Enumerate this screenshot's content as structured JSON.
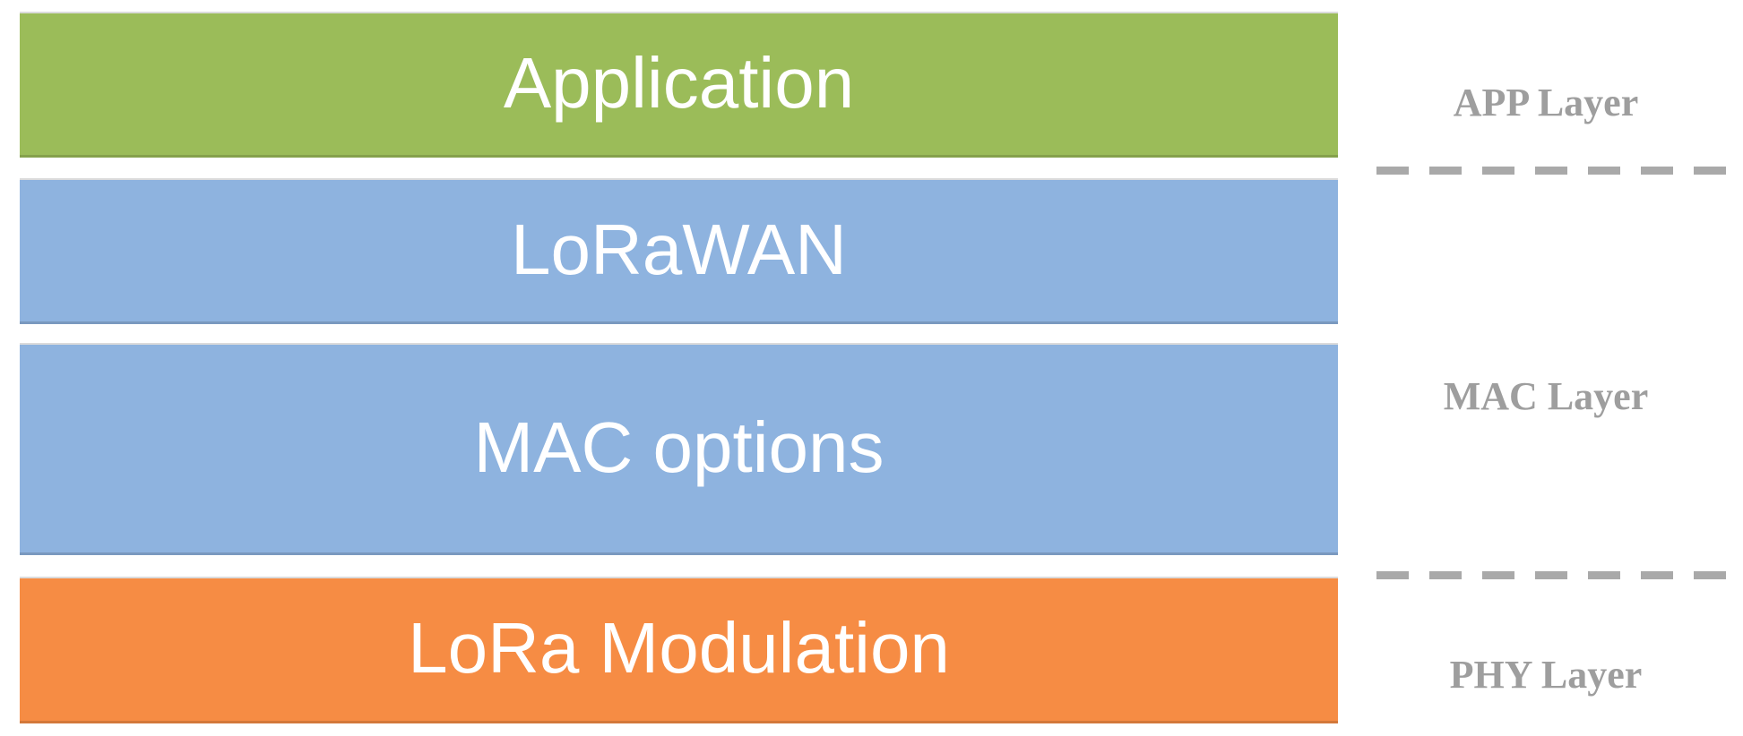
{
  "stack": {
    "bars": [
      {
        "id": "application",
        "label": "Application",
        "color": "#9BBC59"
      },
      {
        "id": "lorawan",
        "label": "LoRaWAN",
        "color": "#8EB3DF"
      },
      {
        "id": "mac-options",
        "label": "MAC options",
        "color": "#8EB3DF"
      },
      {
        "id": "lora-modulation",
        "label": "LoRa Modulation",
        "color": "#F68C44"
      }
    ],
    "label_text_color": "#FFFFFF"
  },
  "annotations": {
    "labels": [
      {
        "id": "app-layer",
        "text": "APP Layer"
      },
      {
        "id": "mac-layer",
        "text": "MAC Layer"
      },
      {
        "id": "phy-layer",
        "text": "PHY Layer"
      }
    ],
    "label_color": "#9E9E9E",
    "separator_color": "#A9A9A9"
  }
}
